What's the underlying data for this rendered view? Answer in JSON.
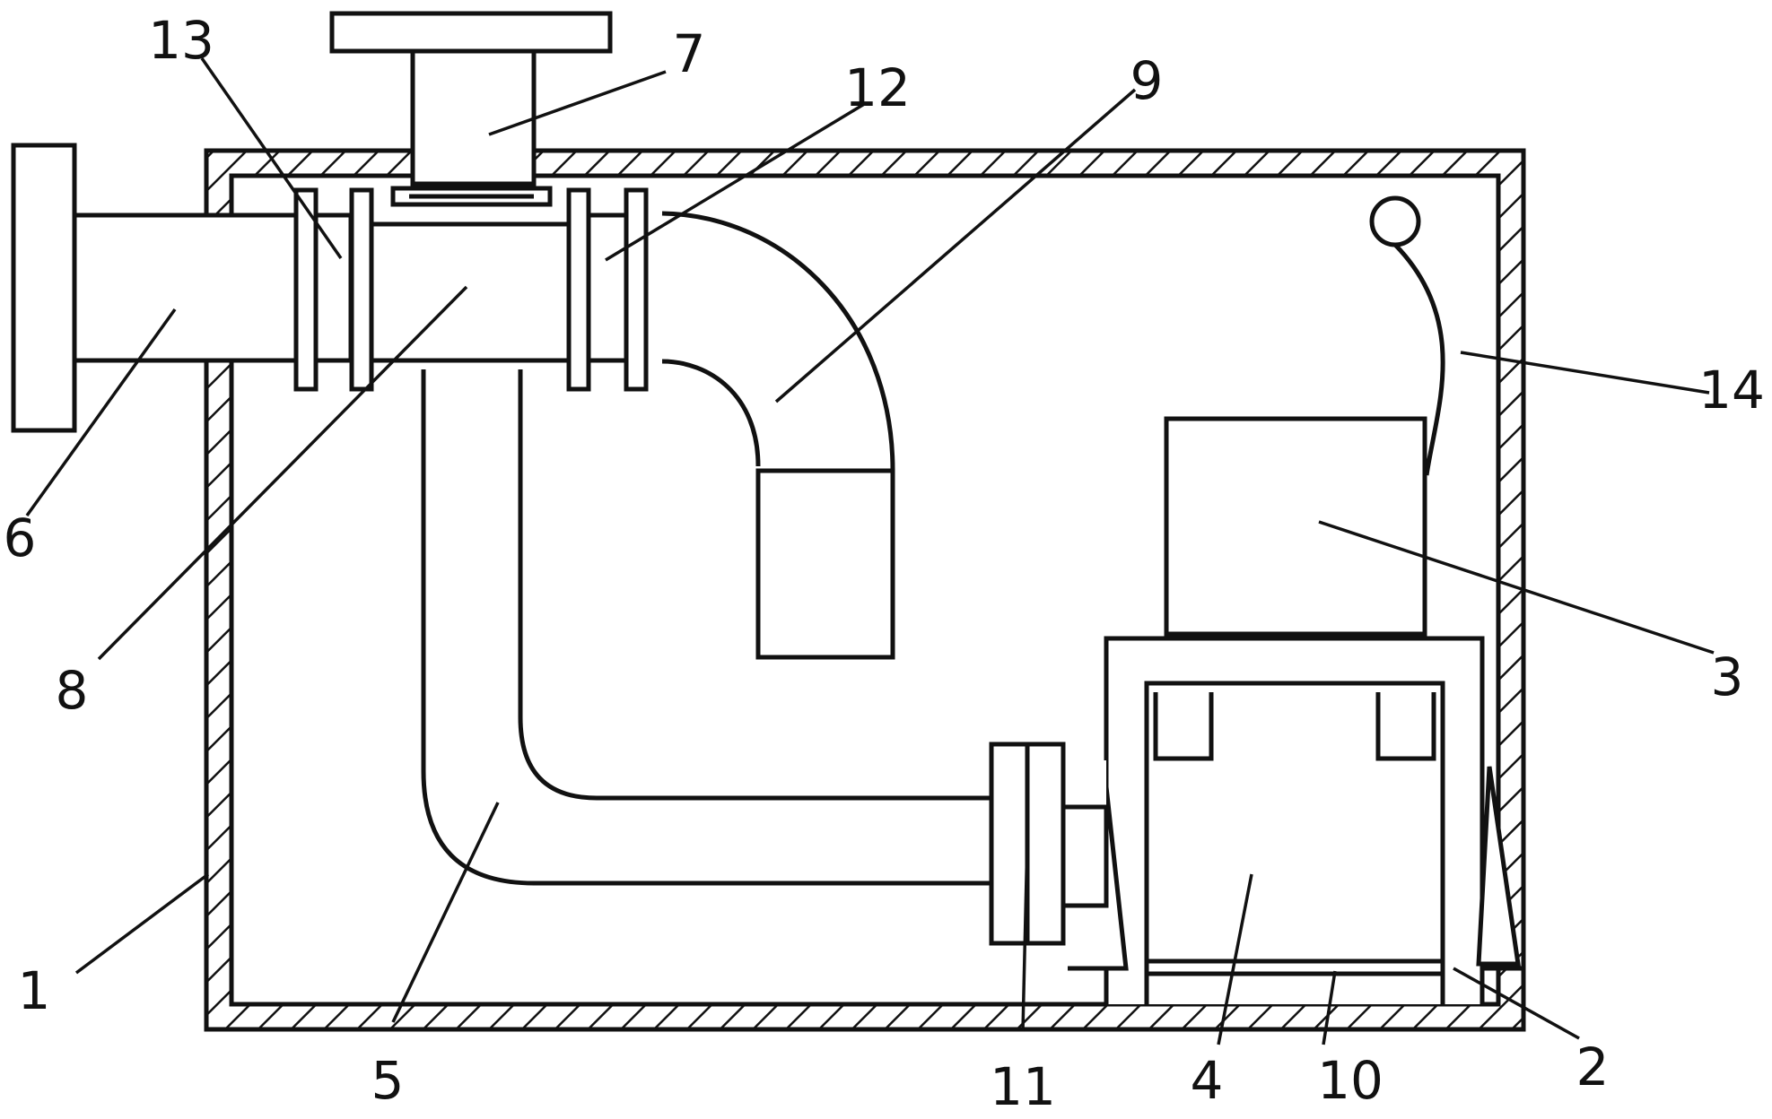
{
  "diagram": {
    "labels": [
      {
        "id": "1",
        "text": "1"
      },
      {
        "id": "2",
        "text": "2"
      },
      {
        "id": "3",
        "text": "3"
      },
      {
        "id": "4",
        "text": "4"
      },
      {
        "id": "5",
        "text": "5"
      },
      {
        "id": "6",
        "text": "6"
      },
      {
        "id": "7",
        "text": "7"
      },
      {
        "id": "8",
        "text": "8"
      },
      {
        "id": "9",
        "text": "9"
      },
      {
        "id": "10",
        "text": "10"
      },
      {
        "id": "11",
        "text": "11"
      },
      {
        "id": "12",
        "text": "12"
      },
      {
        "id": "13",
        "text": "13"
      },
      {
        "id": "14",
        "text": "14"
      }
    ]
  }
}
